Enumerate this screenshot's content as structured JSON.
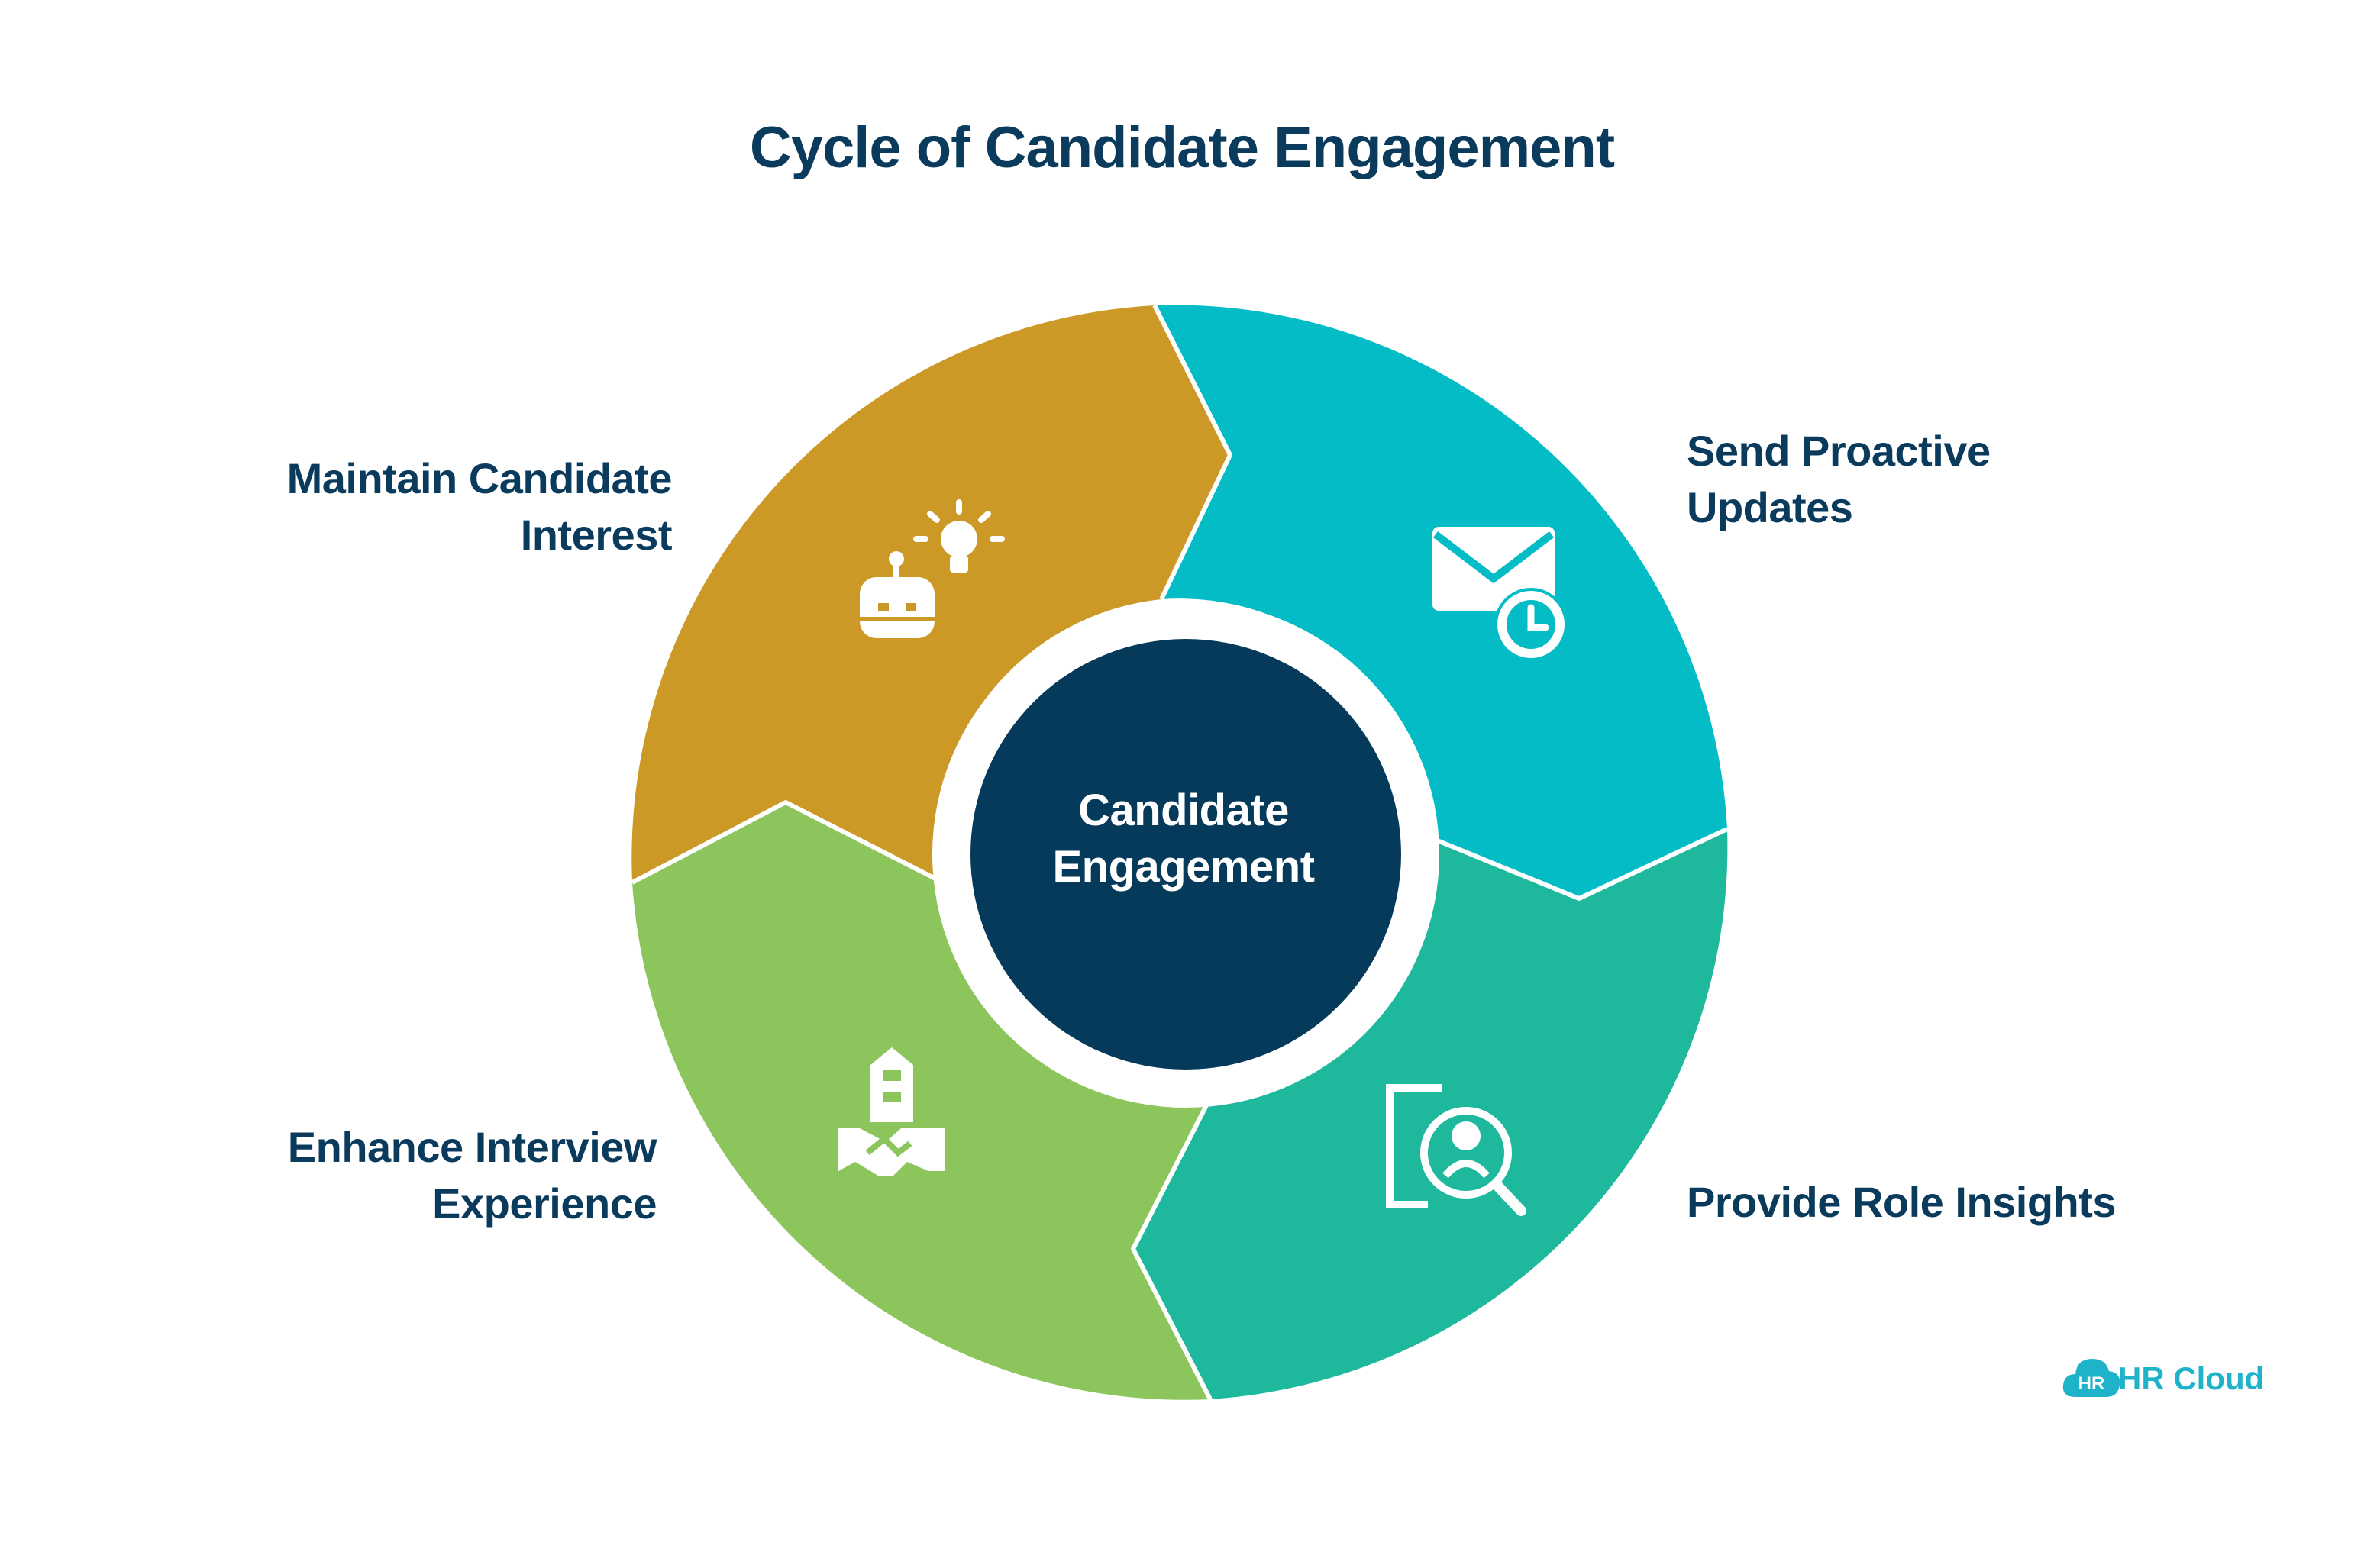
{
  "title": "Cycle of Candidate Engagement",
  "center": {
    "line1": "Candidate",
    "line2": "Engagement"
  },
  "segments": [
    {
      "id": "maintain",
      "line1": "Maintain Candidate",
      "line2": "Interest",
      "color": "#cc9826",
      "icon": "robot-lightbulb-icon"
    },
    {
      "id": "send",
      "line1": "Send Proactive",
      "line2": "Updates",
      "color": "#03bcc6",
      "icon": "email-clock-icon"
    },
    {
      "id": "provide",
      "line1": "Provide Role Insights",
      "line2": "",
      "color": "#1eb89d",
      "icon": "document-search-person-icon"
    },
    {
      "id": "enhance",
      "line1": "Enhance Interview",
      "line2": "Experience",
      "color": "#8cc55c",
      "icon": "building-handshake-icon"
    }
  ],
  "colors": {
    "title": "#0b3b5c",
    "center": "#053a5a",
    "logo": "#1fb3c9"
  },
  "logo": {
    "badge": "HR",
    "text": "HR Cloud"
  }
}
